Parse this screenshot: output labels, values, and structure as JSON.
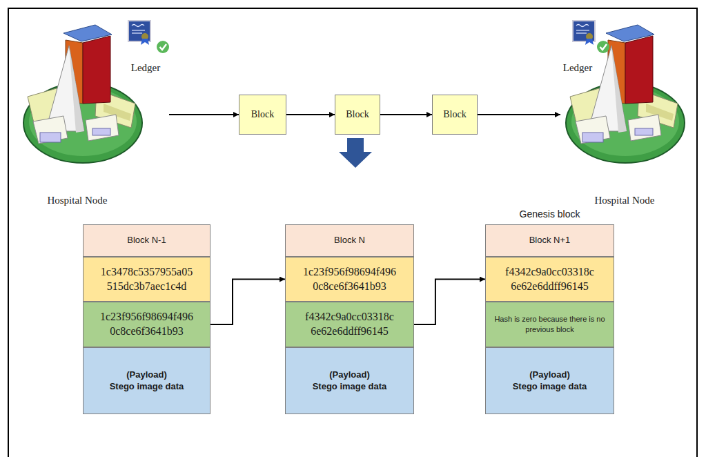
{
  "diagram": {
    "nodes": [
      {
        "text": [
          "Hospital Node"
        ]
      },
      {
        "text": [
          "Block"
        ]
      },
      {
        "text": [
          "Block"
        ]
      },
      {
        "text": [
          "Block"
        ]
      },
      {
        "text": [
          "Hospital Node"
        ]
      },
      {
        "text": [
          "Block N-1"
        ]
      },
      {
        "text": [
          "1c3478c5357955a05 515dc3b7aec1c4d"
        ]
      },
      {
        "text": [
          "1c23f956f98694f496 0c8ce6f3641b93"
        ]
      },
      {
        "text": [
          "(Payload)",
          "Stego image data"
        ]
      },
      {
        "text": [
          "Block N"
        ]
      },
      {
        "text": [
          "1c23f956f98694f496 0c8ce6f3641b93"
        ]
      },
      {
        "text": [
          "f4342c9a0cc03318c 6e62e6ddff96145"
        ]
      },
      {
        "text": [
          "(Payload)",
          "Stego image data"
        ]
      },
      {
        "text": [
          "Block N+1"
        ]
      },
      {
        "text": [
          "f4342c9a0cc03318c 6e62e6ddff96145"
        ]
      },
      {
        "text": [
          "Hash is zero because there is no previous block"
        ]
      },
      {
        "text": [
          "(Payload)",
          "Stego image data"
        ]
      }
    ],
    "edges": [
      {
        "from": 0,
        "to": 1,
        "arrow": "to"
      },
      {
        "from": 1,
        "to": 2,
        "arrow": "to"
      },
      {
        "from": 2,
        "to": 3,
        "arrow": "to"
      },
      {
        "from": 3,
        "to": 4,
        "arrow": "to"
      },
      {
        "from": 7,
        "to": 10,
        "arrow": "to"
      },
      {
        "from": 11,
        "to": 14,
        "arrow": "to"
      }
    ],
    "labels": [
      "Ledger",
      "Ledger",
      "Genesis block"
    ]
  }
}
